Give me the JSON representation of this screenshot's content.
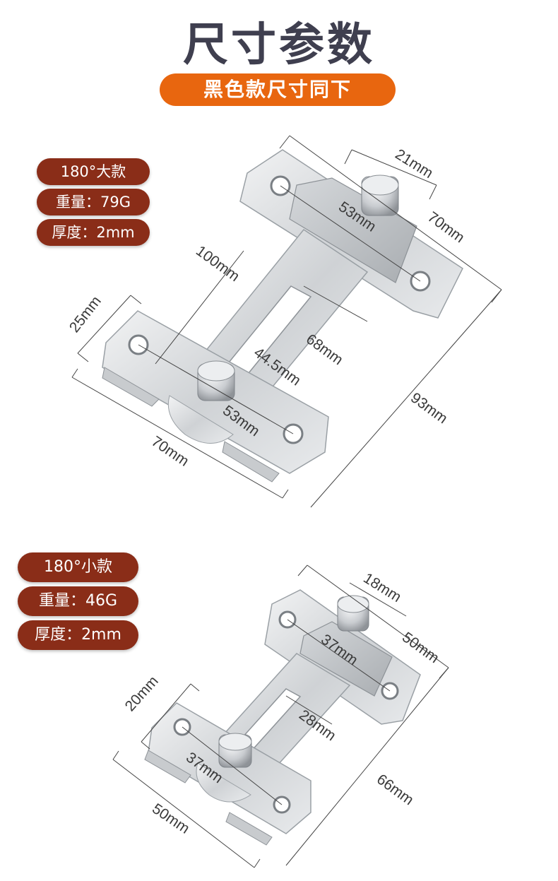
{
  "header": {
    "title": "尺寸参数",
    "subtitle": "黑色款尺寸同下"
  },
  "large_model": {
    "name": "180°大款",
    "weight": "重量：79G",
    "thickness": "厚度：2mm",
    "dimensions": {
      "knob_width": "21mm",
      "upper_hole_spacing": "53mm",
      "upper_plate_width": "70mm",
      "arm_length": "100mm",
      "plate_depth": "25mm",
      "slot_length": "68mm",
      "slot_offset": "44.5mm",
      "lower_hole_spacing": "53mm",
      "lower_plate_width": "70mm",
      "overall_length": "93mm"
    }
  },
  "small_model": {
    "name": "180°小款",
    "weight": "重量：46G",
    "thickness": "厚度：2mm",
    "dimensions": {
      "knob_width": "18mm",
      "upper_hole_spacing": "37mm",
      "upper_plate_width": "50mm",
      "plate_depth": "20mm",
      "slot_length": "28mm",
      "lower_hole_spacing": "37mm",
      "lower_plate_width": "50mm",
      "overall_length": "66mm"
    }
  },
  "colors": {
    "accent_orange": "#e8660f",
    "spec_brown": "#8a2d18",
    "title_gray": "#3f3f4f",
    "steel": "#d9dbdd"
  }
}
